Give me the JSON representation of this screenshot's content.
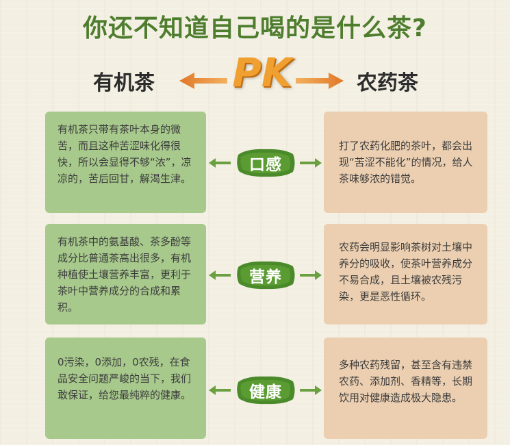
{
  "title": "你还不知道自己喝的是什么茶?",
  "left_label": "有机茶",
  "right_label": "农药茶",
  "pk": "PK",
  "colors": {
    "title_green": "#4f7d2e",
    "left_box": "#a7c98c",
    "right_box": "#eccfb1",
    "pk_orange": "#f0a030",
    "badge_green": "#4a8a2a"
  },
  "rows": [
    {
      "badge": "口感",
      "left": "有机茶只带有茶叶本身的微苦，而且这种苦涩味化得很快，所以会显得不够“浓”，凉凉的，苦后回甘，解渴生津。",
      "right": "打了农药化肥的茶叶，都会出现“苦涩不能化”的情况，给人茶味够浓的错觉。"
    },
    {
      "badge": "营养",
      "left": "有机茶中的氨基酸、茶多酚等成分比普通茶高出很多，有机种植使土壤营养丰富，更利于茶叶中营养成分的合成和累积。",
      "right": "农药会明显影响茶树对土壤中养分的吸收，使茶叶营养成分不易合成，且土壤被农残污染，更是恶性循环。"
    },
    {
      "badge": "健康",
      "left": "0污染，0添加，0农残，在食品安全问题严峻的当下，我们敢保证，给您最纯粹的健康。",
      "right": "多种农药残留，甚至含有违禁农药、添加剂、香精等，长期饮用对健康造成极大隐患。"
    }
  ]
}
